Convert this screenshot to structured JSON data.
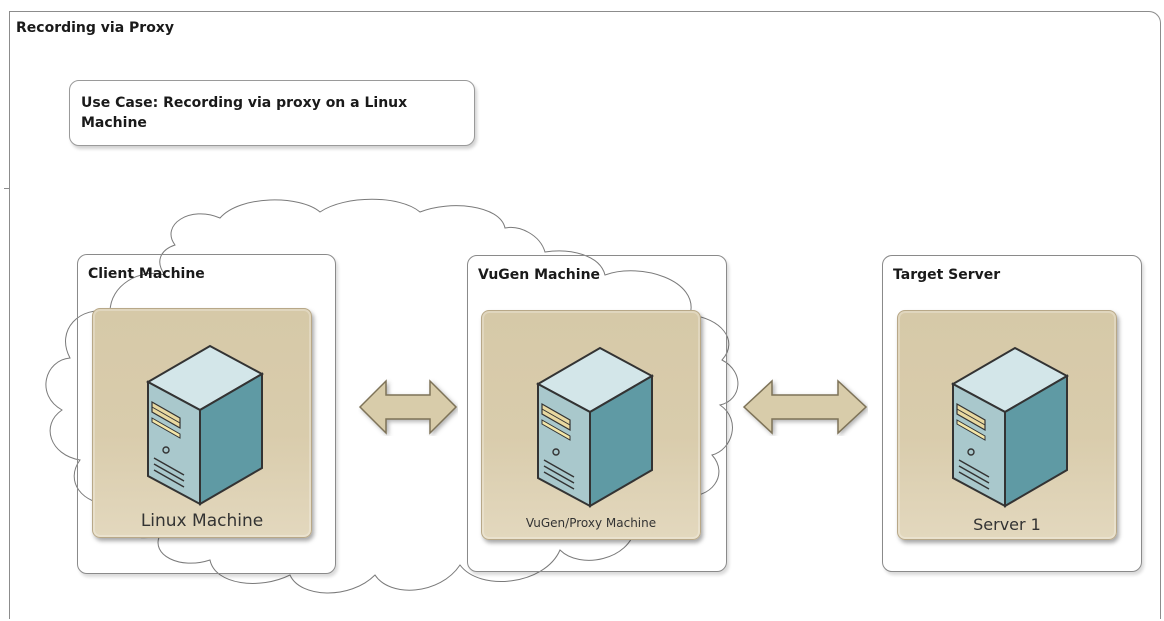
{
  "diagram": {
    "title": "Recording via Proxy",
    "use_case": {
      "line1": "Use Case:  Recording via proxy on a Linux",
      "line2": "Machine"
    },
    "containers": [
      {
        "label": "Client Machine",
        "tile_label": "Linux Machine"
      },
      {
        "label": "VuGen Machine",
        "tile_label": "VuGen/Proxy Machine"
      },
      {
        "label": "Target Server",
        "tile_label": "Server 1"
      }
    ],
    "colors": {
      "tile_fill": "#d6c9a8",
      "arrow_fill": "#d8ccaa",
      "server_front": "#a9c8cc",
      "server_side": "#5f9aa4",
      "server_top": "#cfe3e6",
      "outline": "#8a8a8a"
    },
    "icons": [
      "server-icon",
      "double-arrow-icon",
      "cloud-shape"
    ]
  }
}
